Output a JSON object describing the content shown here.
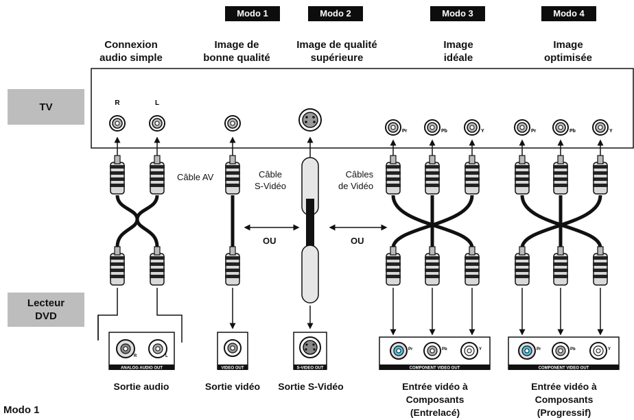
{
  "modes": [
    "Modo 1",
    "Modo 2",
    "Modo 3",
    "Modo 4"
  ],
  "columns": {
    "audio": "Connexion\naudio simple",
    "mode1": "Image de\nbonne qualité",
    "mode2": "Image de qualité\nsupérieure",
    "mode3": "Image\nidéale",
    "mode4": "Image\noptimisée"
  },
  "side": {
    "tv": "TV",
    "dvd": "Lecteur\nDVD"
  },
  "tv_jacks": {
    "right": "R",
    "left": "L",
    "pr": "Pr",
    "pb": "Pb",
    "y": "Y"
  },
  "cables": {
    "av": "Câble AV",
    "svideo": "Câble\nS-Vidéo",
    "video": "Câbles\nde Vidéo"
  },
  "or": "OU",
  "dvd_panels": {
    "analog_audio": "ANALOG AUDIO OUT",
    "video_out": "VIDEO OUT",
    "svideo_out": "S-VIDEO OUT",
    "component_1": "COMPONENT VIDEO OUT",
    "component_2": "COMPONENT VIDEO OUT",
    "jack_r": "R",
    "jack_l": "L",
    "jack_pr": "Pr",
    "jack_pb": "Pb",
    "jack_y": "Y"
  },
  "bottom": {
    "audio": "Sortie audio",
    "video": "Sortie vidéo",
    "svideo": "Sortie S-Vidéo",
    "comp_interlaced": "Entrée vidéo à\nComposants\n(Entrelacé)",
    "comp_progressive": "Entrée vidéo à\nComposants\n(Progressif)"
  },
  "footer": "Modo 1",
  "colors": {
    "badge": "#0d0d0d",
    "side_box": "#bdbdbd",
    "highlight_jack": "#4fc3e8"
  }
}
